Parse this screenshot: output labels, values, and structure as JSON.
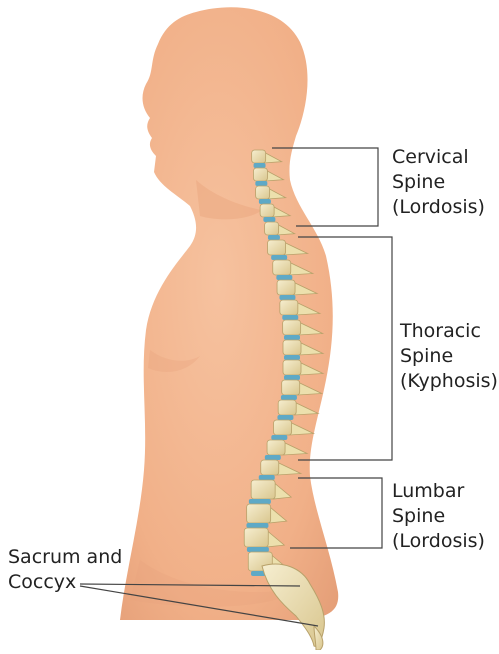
{
  "labels": {
    "cervical": {
      "line1": "Cervical",
      "line2": "Spine",
      "line3": "(Lordosis)"
    },
    "thoracic": {
      "line1": "Thoracic",
      "line2": "Spine",
      "line3": "(Kyphosis)"
    },
    "lumbar": {
      "line1": "Lumbar",
      "line2": "Spine",
      "line3": "(Lordosis)"
    },
    "sacrum": {
      "line1": "Sacrum and",
      "line2": "Coccyx"
    }
  },
  "colors": {
    "skin": "#f2b48d",
    "skin_shadow": "#e49d74",
    "bone": "#ede2b3",
    "bone_edge": "#b8a16a",
    "disc": "#5ea9c6",
    "leader": "#444444"
  }
}
